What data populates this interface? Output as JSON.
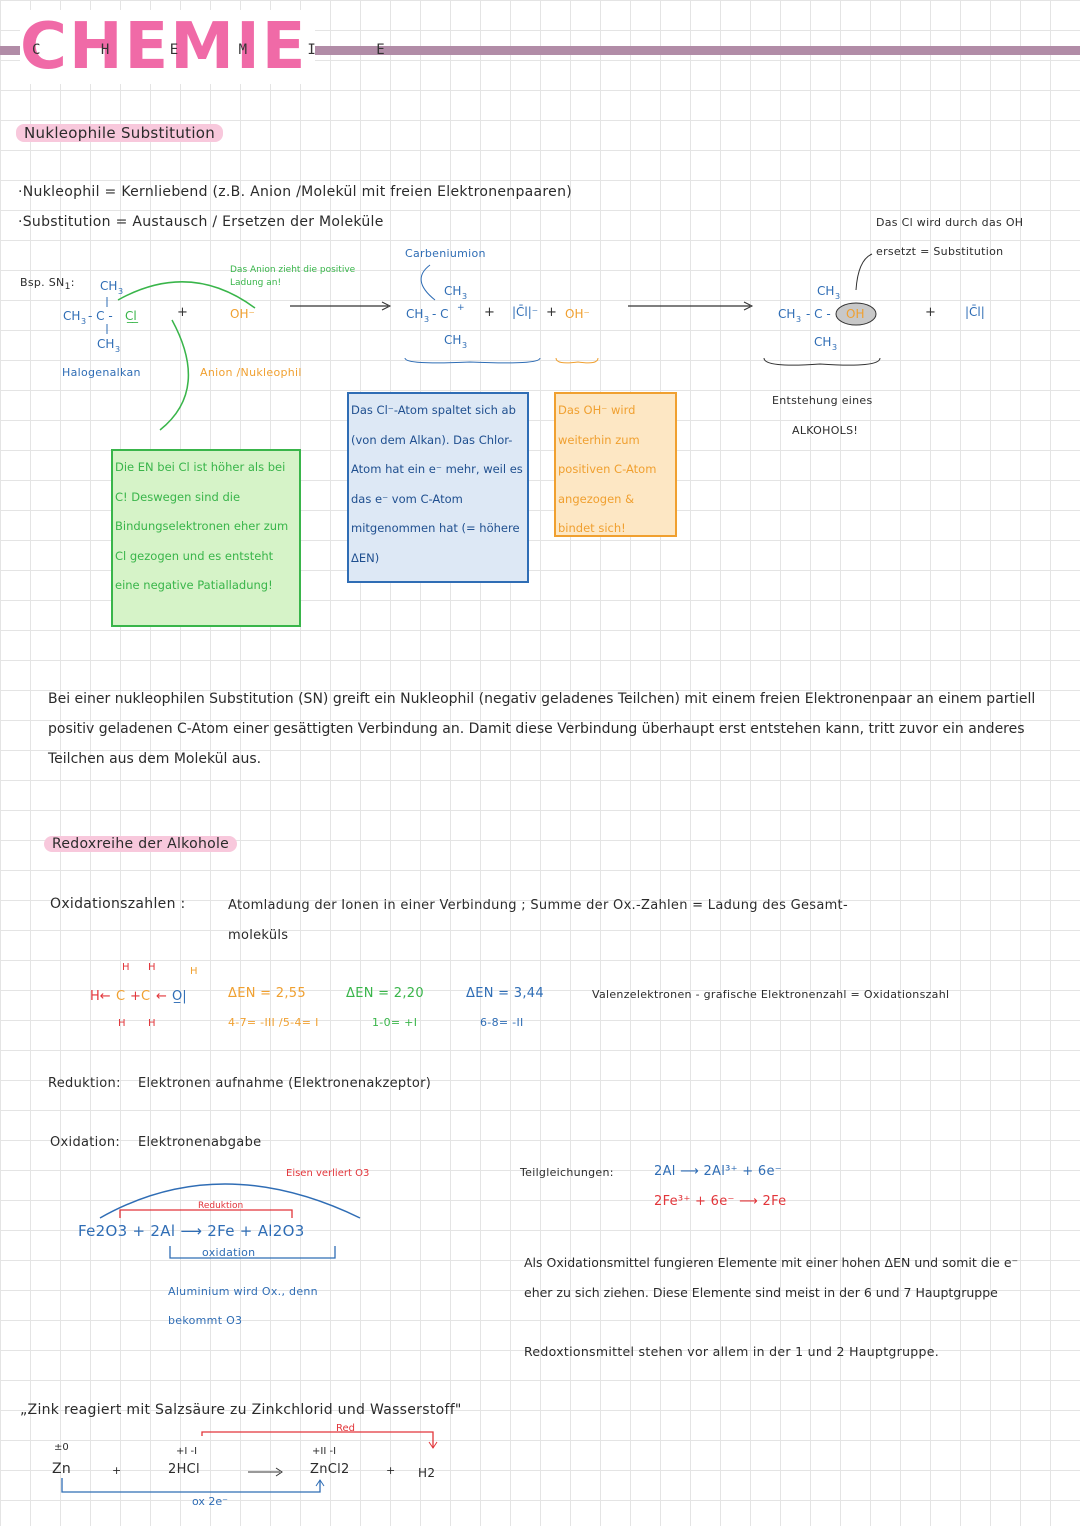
{
  "header": {
    "title": "CHEMIE",
    "title_letters": "C H E M I E"
  },
  "section1": {
    "heading": "Nukleophile Substitution",
    "def1": "·Nukleophil = Kernliebend (z.B. Anion /Molekül mit freien Elektronenpaaren)",
    "def2": "·Substitution = Austausch / Ersetzen der Moleküle",
    "note_right": "Das Cl wird durch das OH",
    "note_right2": "ersetzt = Substitution",
    "example_label": "Bsp. SN",
    "example_sub": "1",
    "carbenium": "Carbeniumion",
    "anion_note": "Das Anion zieht die positive Ladung an!",
    "halogenalkan": "Halogenalkan",
    "anion_nukleophil": "Anion /Nukleophil",
    "entstehung": "Entstehung eines",
    "alkohol": "ALKOHOLS!",
    "green_box": "Die EN bei Cl ist höher als bei C! Deswegen sind die Bindungselektronen eher zum Cl gezogen und es entsteht eine negative Patialladung!",
    "blue_box": "Das Cl⁻-Atom spaltet sich ab (von dem Alkan). Das Chlor-Atom hat ein e⁻ mehr, weil es das e⁻ vom C-Atom mitgenommen hat (= höhere ΔEN)",
    "orange_box": "Das OH⁻ wird weiterhin zum positiven C-Atom angezogen & bindet sich!",
    "paragraph": "Bei einer nukleophilen Substitution (SN) greift ein Nukleophil (negativ geladenes Teilchen) mit einem freien Elektronenpaar an einem partiell positiv geladenen C-Atom einer gesättigten Verbindung an. Damit diese Verbindung überhaupt erst entstehen kann, tritt zuvor ein anderes Teilchen aus dem Molekül aus."
  },
  "section2": {
    "heading": "Redoxreihe der Alkohole",
    "ox_label": "Oxidationszahlen :",
    "ox_def": "Atomladung der Ionen in einer Verbindung ; Summe der Ox.-Zahlen = Ladung des Gesamt-",
    "ox_def2": "moleküls",
    "en_values": [
      "ΔEN = 2,55",
      "ΔEN = 2,20",
      "ΔEN = 3,44"
    ],
    "ox_values": [
      "4-7= -III /5-4= I",
      "1-0= +I",
      "6-8= -II"
    ],
    "valenz": "Valenzelektronen - grafische Elektronenzahl = Oxidationszahl",
    "reduktion_label": "Reduktion:",
    "reduktion_def": "Elektronen aufnahme (Elektronenakzeptor)",
    "oxidation_label": "Oxidation:",
    "oxidation_def": "Elektronenabgabe",
    "eisen": "Eisen verliert O3",
    "reduktion_arrow": "Reduktion",
    "oxidation_arrow": "oxidation",
    "reaction": "Fe2O3 + 2Al ⟶ 2Fe + Al2O3",
    "aluminium_note": "Aluminium wird Ox., denn",
    "aluminium_note2": "bekommt O3",
    "teilgleichungen": "Teilgleichungen:",
    "half1": "2Al ⟶ 2Al³⁺ + 6e⁻",
    "half2": "2Fe³⁺ + 6e⁻ ⟶ 2Fe",
    "ox_mittel": "Als Oxidationsmittel fungieren Elemente mit einer hohen ΔEN und somit die e⁻ eher zu sich ziehen. Diese Elemente sind meist in der 6 und 7 Hauptgruppe",
    "red_mittel": "Redoxtionsmittel stehen vor allem in der 1 und 2 Hauptgruppe."
  },
  "section3": {
    "quote": "„Zink reagiert mit Salzsäure zu Zinkchlorid und Wasserstoff\"",
    "red_label": "Red",
    "ox_label": "ox 2e⁻",
    "zn_ox": "±0",
    "zn": "Zn",
    "hcl_ox": "+I -I",
    "hcl": "2HCl",
    "zncl_ox": "+II -I",
    "zncl": "ZnCl2",
    "h2": "H2"
  }
}
